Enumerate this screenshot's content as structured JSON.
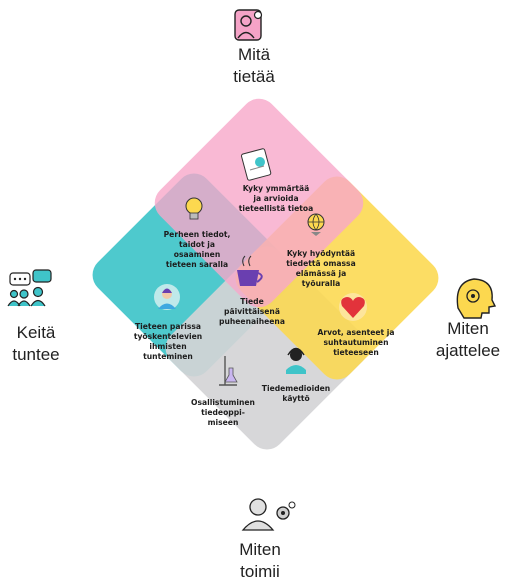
{
  "corners": {
    "top": [
      "Mitä",
      "tietää"
    ],
    "left": [
      "Keitä",
      "tuntee"
    ],
    "right": [
      "Miten",
      "ajattelee"
    ],
    "bottom": [
      "Miten",
      "toimii"
    ]
  },
  "labels": {
    "understand": [
      "Kyky ymmärtää",
      "ja arvioida",
      "tieteellistä tietoa"
    ],
    "family": [
      "Perheen tiedot,",
      "taidot ja",
      "osaaminen",
      "tieteen saralla"
    ],
    "utilize": [
      "Kyky hyödyntää",
      "tiedettä omassa",
      "elämässä ja",
      "työuralla"
    ],
    "center": [
      "Tiede",
      "päivittäisenä",
      "puheenaiheena"
    ],
    "values": [
      "Arvot, asenteet ja",
      "suhtautuminen",
      "tieteeseen"
    ],
    "people": [
      "Tieteen parissa",
      "työskentelevien",
      "ihmisten",
      "tunteminen"
    ],
    "media": [
      "Tiedemedioiden",
      "käyttö"
    ],
    "participation": [
      "Osallistuminen",
      "tiedeoppi-",
      "miseen"
    ]
  },
  "colors": {
    "top": "#f7a8c9",
    "left": "#3fc4c9",
    "right": "#fcd84f",
    "bottom": "#d4d4d6"
  },
  "icons": {
    "top": "person-lightbulb-icon",
    "left": "group-chat-icon",
    "right": "head-gear-icon",
    "bottom": "person-gear-icon"
  }
}
